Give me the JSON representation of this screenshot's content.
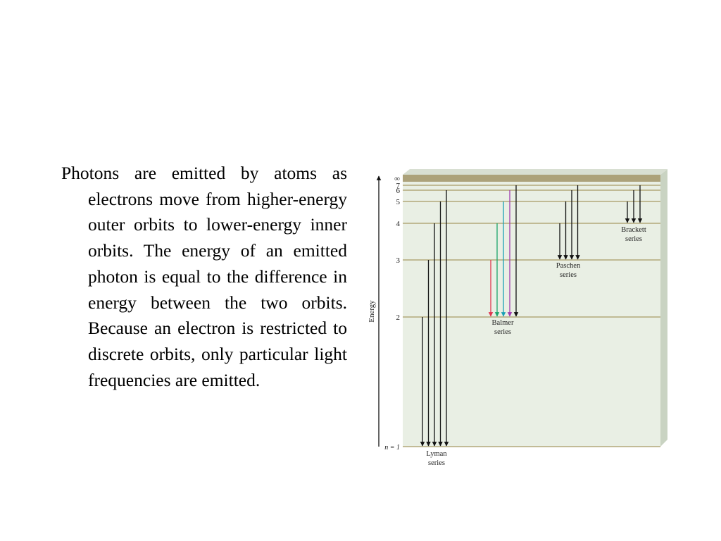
{
  "body_text": "Photons are emitted by atoms as electrons move from higher-energy outer orbits to lower-energy inner orbits. The energy of an emitted photon is equal to the difference in energy between the two orbits. Because an electron is restricted to discrete orbits, only particular light frequencies are emitted.",
  "diagram": {
    "axis_label": "Energy",
    "levels": [
      {
        "label": "n = 1",
        "n": 1
      },
      {
        "label": "2",
        "n": 2
      },
      {
        "label": "3",
        "n": 3
      },
      {
        "label": "4",
        "n": 4
      },
      {
        "label": "5",
        "n": 5
      },
      {
        "label": "6",
        "n": 6
      },
      {
        "label": "7",
        "n": 7
      },
      {
        "label": "∞",
        "n": "inf"
      }
    ],
    "series": [
      {
        "name_line1": "Lyman",
        "name_line2": "series",
        "final_n": 1,
        "from_n": [
          2,
          3,
          4,
          5,
          6
        ]
      },
      {
        "name_line1": "Balmer",
        "name_line2": "series",
        "final_n": 2,
        "from_n": [
          3,
          4,
          5,
          6,
          7
        ]
      },
      {
        "name_line1": "Paschen",
        "name_line2": "series",
        "final_n": 3,
        "from_n": [
          4,
          5,
          6,
          7
        ]
      },
      {
        "name_line1": "Brackett",
        "name_line2": "series",
        "final_n": 4,
        "from_n": [
          5,
          6,
          7
        ]
      }
    ],
    "colors": {
      "panel": "#e9efe4",
      "panel_side": "#c9d3c2",
      "top_band": "#aca27a",
      "level_line": "#b3a97a",
      "arrow": "#111111",
      "balmer": [
        "#e0344d",
        "#1aa46a",
        "#1aa0b4",
        "#a03ab0",
        "#111111"
      ]
    }
  }
}
